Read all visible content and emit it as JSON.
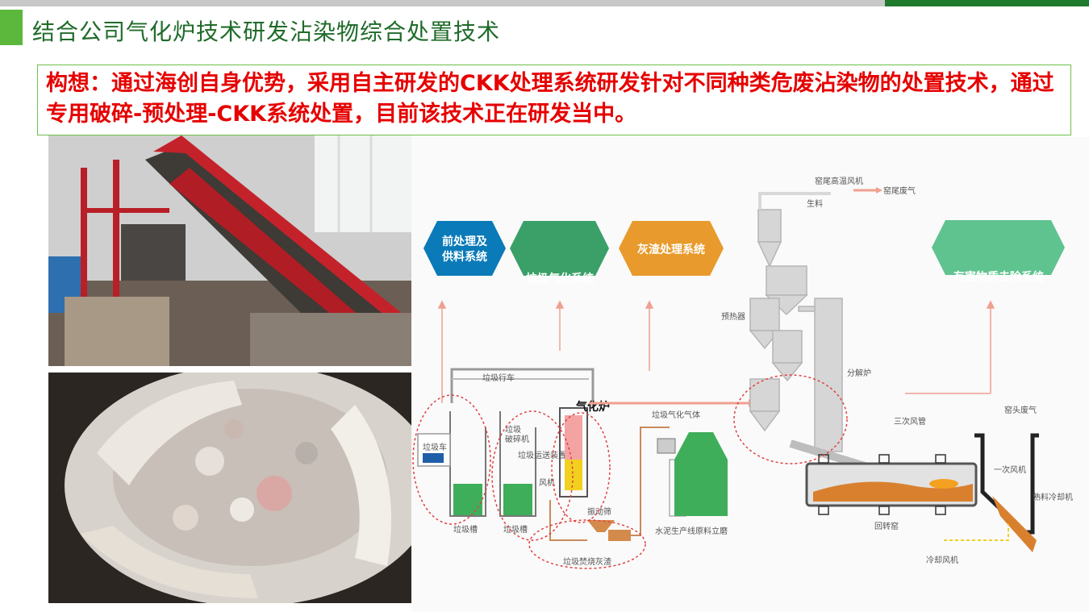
{
  "page": {
    "title": "结合公司气化炉技术研发沾染物综合处置技术",
    "concept": "构想：通过海创自身优势，采用自主研发的CKK处理系统研发针对不同种类危废沾染物的处置技术，通过专用破碎-预处理-CKK系统处置，目前该技术正在研发当中。"
  },
  "colors": {
    "title_green": "#1f6b2a",
    "accent_green": "#5cb83c",
    "concept_red": "#e60000",
    "arrow_blue": "#0a7ab8",
    "arrow_green": "#3aa068",
    "arrow_orange": "#e89b2c",
    "arrow_mint": "#5fc38f",
    "flow_salmon": "#f0a090"
  },
  "diagram": {
    "stages": [
      {
        "label_line1": "前处理及",
        "label_line2": "供料系统"
      },
      {
        "label_line1": "垃圾气化系统",
        "label_line2": ""
      },
      {
        "label_line1": "灰渣处理系统",
        "label_line2": ""
      },
      {
        "label_line1": "有害物质去除系统",
        "label_line2": ""
      }
    ],
    "labels": {
      "crane": "垃圾行车",
      "truck": "垃圾车",
      "crusher_line1": "垃圾",
      "crusher_line2": "破碎机",
      "conveyor": "垃圾运送装置",
      "fan": "风机",
      "gasifier": "气化炉",
      "gas": "垃圾气化气体",
      "screen": "振动筛",
      "pit1": "垃圾槽",
      "pit2": "垃圾槽",
      "ash": "垃圾焚烧灰渣",
      "mill": "水泥生产线原料立磨",
      "kiln_fan": "窑尾高温风机",
      "kiln_exhaust": "窑尾废气",
      "raw_meal": "生料",
      "preheater": "预热器",
      "calciner": "分解炉",
      "tertiary_duct": "三次风管",
      "kiln_head_exhaust": "窑头废气",
      "primary_fan": "一次风机",
      "clinker_cooler": "熟料冷却机",
      "rotary_kiln": "回转窑",
      "cooling_fan": "冷却风机"
    }
  }
}
